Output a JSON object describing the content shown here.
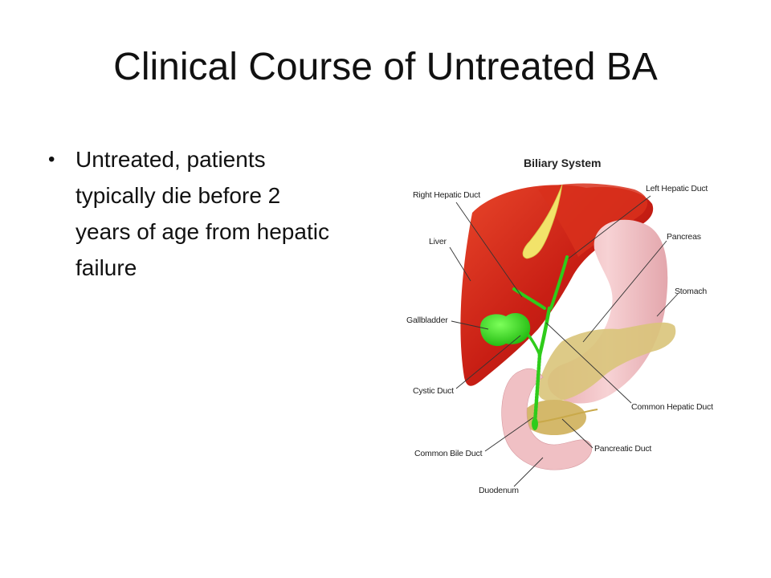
{
  "slide": {
    "title": "Clinical Course of Untreated BA",
    "bullets": [
      "Untreated, patients typically die before 2 years of age from hepatic failure"
    ]
  },
  "figure": {
    "title": "Biliary System",
    "labels": {
      "right_hepatic_duct": "Right Hepatic Duct",
      "left_hepatic_duct": "Left Hepatic Duct",
      "liver": "Liver",
      "pancreas": "Pancreas",
      "stomach": "Stomach",
      "gallbladder": "Gallbladder",
      "cystic_duct": "Cystic Duct",
      "common_hepatic_duct": "Common Hepatic Duct",
      "pancreatic_duct": "Pancreatic Duct",
      "common_bile_duct": "Common Bile Duct",
      "duodenum": "Duodenum"
    },
    "colors": {
      "liver": "#c81e14",
      "liver_highlight": "#e23a22",
      "ducts": "#2ecc1a",
      "gallbladder": "#34e01e",
      "stomach": "#f2c3c6",
      "pancreas": "#d9c47a",
      "falciform": "#f2e36a"
    }
  }
}
